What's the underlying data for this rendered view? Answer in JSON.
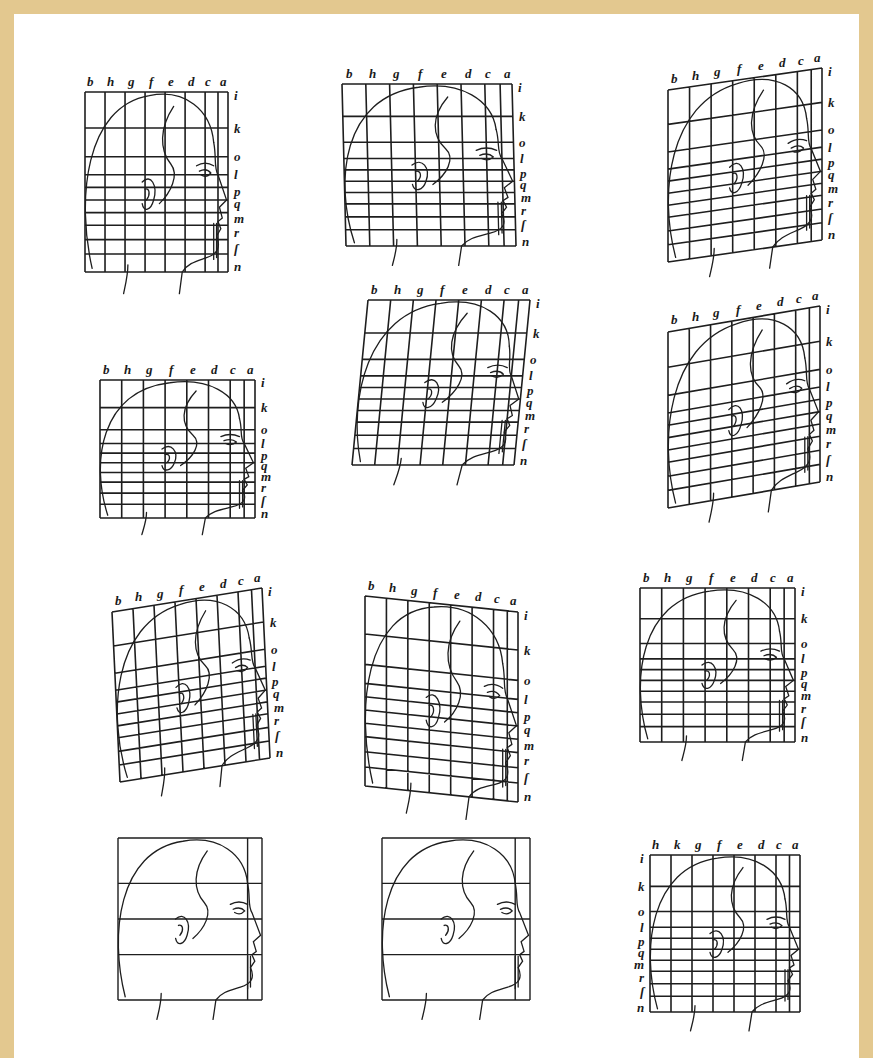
{
  "diagram": {
    "labels": [
      "b",
      "h",
      "g",
      "f",
      "e",
      "d",
      "c",
      "a",
      "i",
      "k",
      "o",
      "l",
      "p",
      "q",
      "m",
      "r",
      "ſ",
      "n",
      "b",
      "h",
      "g",
      "f",
      "e",
      "d",
      "c",
      "a",
      "i",
      "k",
      "o",
      "l",
      "p",
      "q",
      "m",
      "r",
      "ſ",
      "n",
      "b",
      "h",
      "g",
      "f",
      "e",
      "d",
      "c",
      "a",
      "i",
      "k",
      "o",
      "l",
      "p",
      "q",
      "m",
      "r",
      "ſ",
      "n",
      "b",
      "h",
      "g",
      "f",
      "e",
      "d",
      "c",
      "a",
      "i",
      "k",
      "o",
      "l",
      "p",
      "q",
      "m",
      "r",
      "ſ",
      "n",
      "b",
      "h",
      "g",
      "f",
      "e",
      "d",
      "c",
      "a",
      "i",
      "k",
      "o",
      "l",
      "p",
      "q",
      "m",
      "r",
      "ſ",
      "n",
      "b",
      "h",
      "g",
      "f",
      "e",
      "d",
      "c",
      "a",
      "i",
      "k",
      "o",
      "l",
      "p",
      "q",
      "m",
      "r",
      "ſ",
      "n",
      "b",
      "h",
      "g",
      "f",
      "e",
      "d",
      "c",
      "a",
      "i",
      "k",
      "o",
      "l",
      "p",
      "q",
      "m",
      "r",
      "ſ",
      "n",
      "b",
      "h",
      "g",
      "f",
      "e",
      "d",
      "c",
      "a",
      "i",
      "k",
      "o",
      "l",
      "p",
      "q",
      "m",
      "r",
      "ſ",
      "n",
      "b",
      "h",
      "g",
      "f",
      "e",
      "d",
      "c",
      "a",
      "i",
      "k",
      "o",
      "l",
      "p",
      "q",
      "m",
      "r",
      "ſ",
      "n",
      "h",
      "k",
      "g",
      "f",
      "e",
      "d",
      "c",
      "a",
      "i",
      "k",
      "o",
      "l",
      "p",
      "q",
      "m",
      "r",
      "ſ",
      "n"
    ]
  }
}
